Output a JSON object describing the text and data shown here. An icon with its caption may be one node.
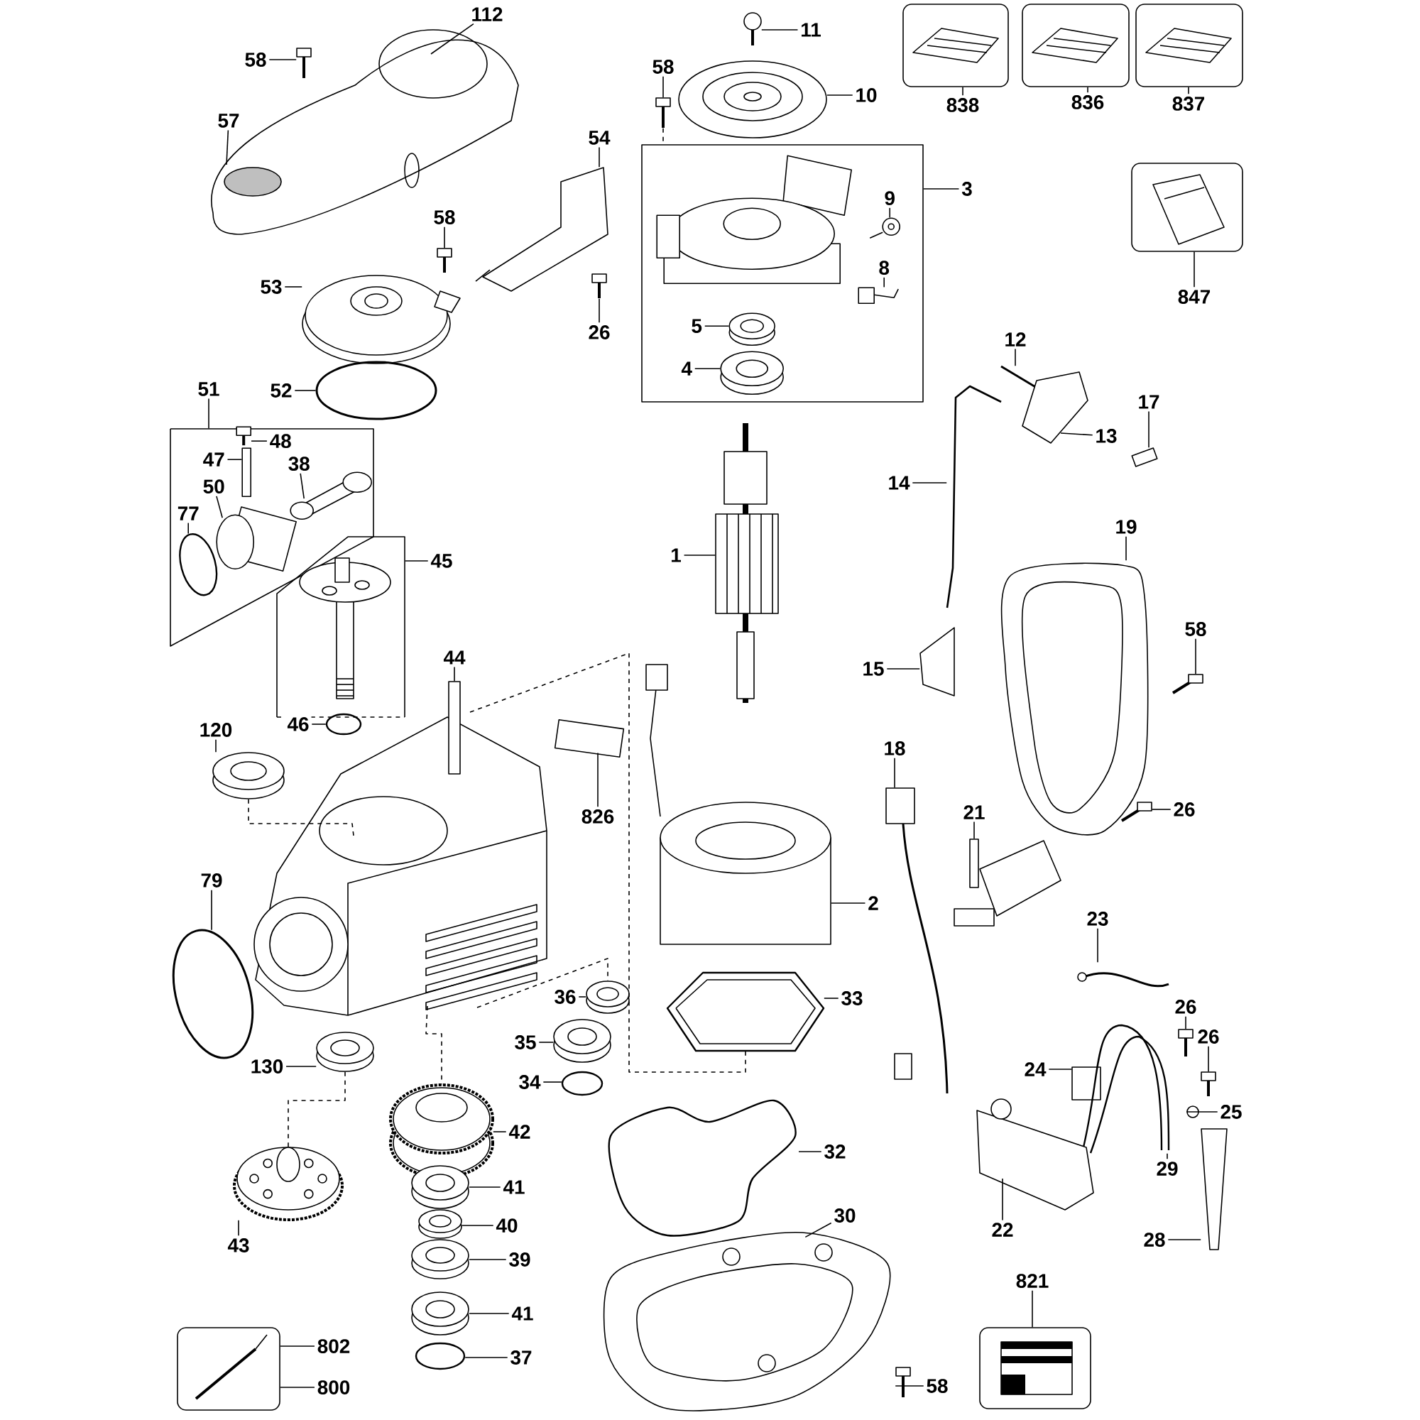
{
  "diagram": {
    "nodes": [
      {
        "text": [
          "112"
        ]
      },
      {
        "text": [
          "11"
        ]
      },
      {
        "text": [
          "58"
        ]
      },
      {
        "text": [
          "58"
        ]
      },
      {
        "text": [
          "10"
        ]
      },
      {
        "text": [
          "838"
        ]
      },
      {
        "text": [
          "836"
        ]
      },
      {
        "text": [
          "837"
        ]
      },
      {
        "text": [
          "57"
        ]
      },
      {
        "text": [
          "54"
        ]
      },
      {
        "text": [
          "3"
        ]
      },
      {
        "text": [
          "9"
        ],
        "in": 79
      },
      {
        "text": [
          "58"
        ]
      },
      {
        "text": [
          "8"
        ],
        "in": 79
      },
      {
        "text": [
          "53"
        ]
      },
      {
        "text": [
          "847"
        ]
      },
      {
        "text": [
          "5"
        ],
        "in": 79
      },
      {
        "text": [
          "26"
        ]
      },
      {
        "text": [
          "12"
        ]
      },
      {
        "text": [
          "4"
        ],
        "in": 79
      },
      {
        "text": [
          "51"
        ]
      },
      {
        "text": [
          "52"
        ]
      },
      {
        "text": [
          "17"
        ]
      },
      {
        "text": [
          "13"
        ]
      },
      {
        "text": [
          "48"
        ],
        "in": 89
      },
      {
        "text": [
          "47"
        ],
        "in": 89
      },
      {
        "text": [
          "38"
        ],
        "in": 89
      },
      {
        "text": [
          "14"
        ]
      },
      {
        "text": [
          "50"
        ],
        "in": 89
      },
      {
        "text": [
          "77"
        ],
        "in": 89
      },
      {
        "text": [
          "19"
        ]
      },
      {
        "text": [
          "1"
        ]
      },
      {
        "text": [
          "45"
        ]
      },
      {
        "text": [
          "58"
        ]
      },
      {
        "text": [
          "44"
        ]
      },
      {
        "text": [
          "15"
        ]
      },
      {
        "text": [
          "46"
        ]
      },
      {
        "text": [
          "120"
        ]
      },
      {
        "text": [
          "18"
        ]
      },
      {
        "text": [
          "26"
        ]
      },
      {
        "text": [
          "21"
        ]
      },
      {
        "text": [
          "826"
        ]
      },
      {
        "text": [
          "79"
        ]
      },
      {
        "text": [
          "2"
        ]
      },
      {
        "text": [
          "23"
        ]
      },
      {
        "text": [
          "36"
        ]
      },
      {
        "text": [
          "33"
        ]
      },
      {
        "text": [
          "26"
        ]
      },
      {
        "text": [
          "26"
        ]
      },
      {
        "text": [
          "35"
        ]
      },
      {
        "text": [
          "130"
        ]
      },
      {
        "text": [
          "24"
        ]
      },
      {
        "text": [
          "34"
        ]
      },
      {
        "text": [
          "25"
        ]
      },
      {
        "text": [
          "42"
        ]
      },
      {
        "text": [
          "32"
        ]
      },
      {
        "text": [
          "29"
        ]
      },
      {
        "text": [
          "41"
        ]
      },
      {
        "text": [
          "22"
        ]
      },
      {
        "text": [
          "30"
        ]
      },
      {
        "text": [
          "40"
        ]
      },
      {
        "text": [
          "28"
        ]
      },
      {
        "text": [
          "43"
        ]
      },
      {
        "text": [
          "39"
        ]
      },
      {
        "text": [
          "821"
        ]
      },
      {
        "text": [
          "41"
        ]
      },
      {
        "text": [
          "802"
        ]
      },
      {
        "text": [
          "37"
        ]
      },
      {
        "text": [
          "58"
        ]
      },
      {
        "text": [
          "800"
        ]
      },
      {
        "text": [],
        "shape": "picture"
      },
      {
        "text": [],
        "shape": "picture"
      },
      {
        "text": [],
        "shape": "picture"
      },
      {
        "text": [],
        "shape": "picture"
      },
      {
        "text": [],
        "shape": "picture"
      },
      {
        "text": [],
        "shape": "picture"
      },
      {
        "text": [],
        "shape": "picture"
      },
      {
        "text": [],
        "shape": "picture"
      },
      {
        "text": [],
        "shape": "picture"
      },
      {
        "text": [],
        "shape": "box"
      },
      {
        "text": [],
        "shape": "picture",
        "in": 79
      },
      {
        "text": [],
        "shape": "picture"
      },
      {
        "text": [],
        "shape": "picture",
        "in": 79
      },
      {
        "text": [],
        "shape": "picture"
      },
      {
        "text": [],
        "shape": "picture"
      },
      {
        "text": [],
        "shape": "picture",
        "in": 79
      },
      {
        "text": [],
        "shape": "picture"
      },
      {
        "text": [],
        "shape": "picture"
      },
      {
        "text": [],
        "shape": "picture",
        "in": 79
      },
      {
        "text": [],
        "shape": "picture"
      },
      {
        "text": [],
        "shape": "circle"
      },
      {
        "text": [],
        "shape": "picture"
      },
      {
        "text": [],
        "shape": "picture"
      },
      {
        "text": [],
        "shape": "picture",
        "in": 89
      },
      {
        "text": [],
        "shape": "bar",
        "in": 89
      },
      {
        "text": [],
        "shape": "picture",
        "in": 89
      },
      {
        "text": [],
        "shape": "picture"
      },
      {
        "text": [],
        "shape": "picture",
        "in": 89
      },
      {
        "text": [],
        "shape": "circle",
        "in": 89
      },
      {
        "text": [],
        "shape": "picture"
      },
      {
        "text": [],
        "shape": "picture"
      },
      {
        "text": [],
        "shape": "picture"
      },
      {
        "text": [],
        "shape": "picture"
      },
      {
        "text": [],
        "shape": "picture"
      },
      {
        "text": [],
        "shape": "picture"
      },
      {
        "text": [],
        "shape": "circle"
      },
      {
        "text": [],
        "shape": "picture"
      },
      {
        "text": [],
        "shape": "picture"
      },
      {
        "text": [],
        "shape": "picture"
      },
      {
        "text": [],
        "shape": "picture"
      },
      {
        "text": [],
        "shape": "box"
      },
      {
        "text": [],
        "shape": "circle"
      },
      {
        "text": [],
        "shape": "picture"
      },
      {
        "text": [],
        "shape": "picture"
      },
      {
        "text": [],
        "shape": "picture"
      },
      {
        "text": [],
        "shape": "picture"
      },
      {
        "text": [],
        "shape": "picture"
      },
      {
        "text": [],
        "shape": "picture"
      },
      {
        "text": [],
        "shape": "picture"
      },
      {
        "text": [],
        "shape": "picture"
      },
      {
        "text": [],
        "shape": "box"
      },
      {
        "text": [],
        "shape": "circle"
      },
      {
        "text": [],
        "shape": "circle"
      },
      {
        "text": [],
        "shape": "picture"
      },
      {
        "text": [],
        "shape": "picture"
      },
      {
        "text": [],
        "shape": "picture"
      },
      {
        "text": [],
        "shape": "picture"
      },
      {
        "text": [],
        "shape": "picture"
      },
      {
        "text": [],
        "shape": "picture"
      },
      {
        "text": [],
        "shape": "picture"
      },
      {
        "text": [],
        "shape": "picture"
      },
      {
        "text": [],
        "shape": "picture"
      },
      {
        "text": [],
        "shape": "picture"
      },
      {
        "text": [],
        "shape": "picture"
      },
      {
        "text": [],
        "shape": "picture"
      },
      {
        "text": [],
        "shape": "picture"
      },
      {
        "text": [],
        "shape": "circle"
      },
      {
        "text": [],
        "shape": "picture"
      },
      {
        "text": [],
        "shape": "picture",
        "in": 79
      }
    ],
    "edges": [
      {
        "from": 0,
        "to": 70,
        "arrow": "none"
      },
      {
        "from": 1,
        "to": 72,
        "arrow": "none"
      },
      {
        "from": 2,
        "to": 71,
        "arrow": "none"
      },
      {
        "from": 3,
        "to": 73,
        "arrow": "none"
      },
      {
        "from": 4,
        "to": 74,
        "arrow": "none"
      },
      {
        "from": 5,
        "to": 75,
        "arrow": "none"
      },
      {
        "from": 6,
        "to": 76,
        "arrow": "none"
      },
      {
        "from": 7,
        "to": 77,
        "arrow": "none"
      },
      {
        "from": 8,
        "to": 70,
        "arrow": "none"
      },
      {
        "from": 9,
        "to": 78,
        "arrow": "none"
      },
      {
        "from": 10,
        "to": 79,
        "arrow": "none"
      },
      {
        "from": 11,
        "to": 80,
        "arrow": "none"
      },
      {
        "from": 12,
        "to": 81,
        "arrow": "none"
      },
      {
        "from": 13,
        "to": 82,
        "arrow": "none"
      },
      {
        "from": 14,
        "to": 83,
        "arrow": "none"
      },
      {
        "from": 15,
        "to": 84,
        "arrow": "none"
      },
      {
        "from": 16,
        "to": 85,
        "arrow": "none"
      },
      {
        "from": 17,
        "to": 86,
        "arrow": "none"
      },
      {
        "from": 18,
        "to": 87,
        "arrow": "none"
      },
      {
        "from": 19,
        "to": 88,
        "arrow": "none"
      },
      {
        "from": 20,
        "to": 89,
        "arrow": "none"
      },
      {
        "from": 21,
        "to": 90,
        "arrow": "none"
      },
      {
        "from": 22,
        "to": 91,
        "arrow": "none"
      },
      {
        "from": 23,
        "to": 92,
        "arrow": "none"
      },
      {
        "from": 24,
        "to": 93,
        "arrow": "none"
      },
      {
        "from": 25,
        "to": 94,
        "arrow": "none"
      },
      {
        "from": 26,
        "to": 95,
        "arrow": "none"
      },
      {
        "from": 27,
        "to": 96,
        "arrow": "none"
      },
      {
        "from": 28,
        "to": 97,
        "arrow": "none"
      },
      {
        "from": 29,
        "to": 98,
        "arrow": "none"
      },
      {
        "from": 30,
        "to": 99,
        "arrow": "none"
      },
      {
        "from": 31,
        "to": 100,
        "arrow": "none"
      },
      {
        "from": 32,
        "to": 101,
        "arrow": "none"
      },
      {
        "from": 33,
        "to": 102,
        "arrow": "none"
      },
      {
        "from": 34,
        "to": 103,
        "arrow": "none"
      },
      {
        "from": 35,
        "to": 104,
        "arrow": "none"
      },
      {
        "from": 36,
        "to": 105,
        "arrow": "none"
      },
      {
        "from": 37,
        "to": 106,
        "arrow": "none"
      },
      {
        "from": 38,
        "to": 107,
        "arrow": "none"
      },
      {
        "from": 39,
        "to": 108,
        "arrow": "none"
      },
      {
        "from": 40,
        "to": 109,
        "arrow": "none"
      },
      {
        "from": 41,
        "to": 110,
        "arrow": "none"
      },
      {
        "from": 42,
        "to": 111,
        "arrow": "none"
      },
      {
        "from": 43,
        "to": 112,
        "arrow": "none"
      },
      {
        "from": 44,
        "to": 113,
        "arrow": "none"
      },
      {
        "from": 45,
        "to": 114,
        "arrow": "none"
      },
      {
        "from": 46,
        "to": 115,
        "arrow": "none"
      },
      {
        "from": 47,
        "to": 116,
        "arrow": "none"
      },
      {
        "from": 48,
        "to": 117,
        "arrow": "none"
      },
      {
        "from": 49,
        "to": 118,
        "arrow": "none"
      },
      {
        "from": 50,
        "to": 119,
        "arrow": "none"
      },
      {
        "from": 51,
        "to": 120,
        "arrow": "none"
      },
      {
        "from": 52,
        "to": 121,
        "arrow": "none"
      },
      {
        "from": 53,
        "to": 122,
        "arrow": "none"
      },
      {
        "from": 54,
        "to": 123,
        "arrow": "none"
      },
      {
        "from": 55,
        "to": 124,
        "arrow": "none"
      },
      {
        "from": 56,
        "to": 125,
        "arrow": "none"
      },
      {
        "from": 57,
        "to": 126,
        "arrow": "none"
      },
      {
        "from": 58,
        "to": 127,
        "arrow": "none"
      },
      {
        "from": 59,
        "to": 128,
        "arrow": "none"
      },
      {
        "from": 60,
        "to": 129,
        "arrow": "none"
      },
      {
        "from": 61,
        "to": 130,
        "arrow": "none"
      },
      {
        "from": 62,
        "to": 131,
        "arrow": "none"
      },
      {
        "from": 63,
        "to": 132,
        "arrow": "none"
      },
      {
        "from": 64,
        "to": 133,
        "arrow": "none"
      },
      {
        "from": 65,
        "to": 134,
        "arrow": "none"
      },
      {
        "from": 66,
        "to": 135,
        "arrow": "none"
      },
      {
        "from": 67,
        "to": 136,
        "arrow": "none"
      },
      {
        "from": 68,
        "to": 137,
        "arrow": "none"
      },
      {
        "from": 69,
        "to": 135,
        "arrow": "none"
      },
      {
        "from": 106,
        "to": 103,
        "arrow": "none",
        "style": "dashed"
      },
      {
        "from": 119,
        "to": 131,
        "arrow": "none",
        "style": "dashed"
      },
      {
        "from": 103,
        "to": 123,
        "arrow": "none",
        "style": "dashed"
      },
      {
        "from": 73,
        "to": 79,
        "arrow": "none",
        "style": "dashed"
      },
      {
        "from": 103,
        "to": 114,
        "arrow": "none",
        "style": "dashed"
      },
      {
        "from": 103,
        "to": 115,
        "arrow": "none",
        "style": "dashed"
      }
    ]
  }
}
